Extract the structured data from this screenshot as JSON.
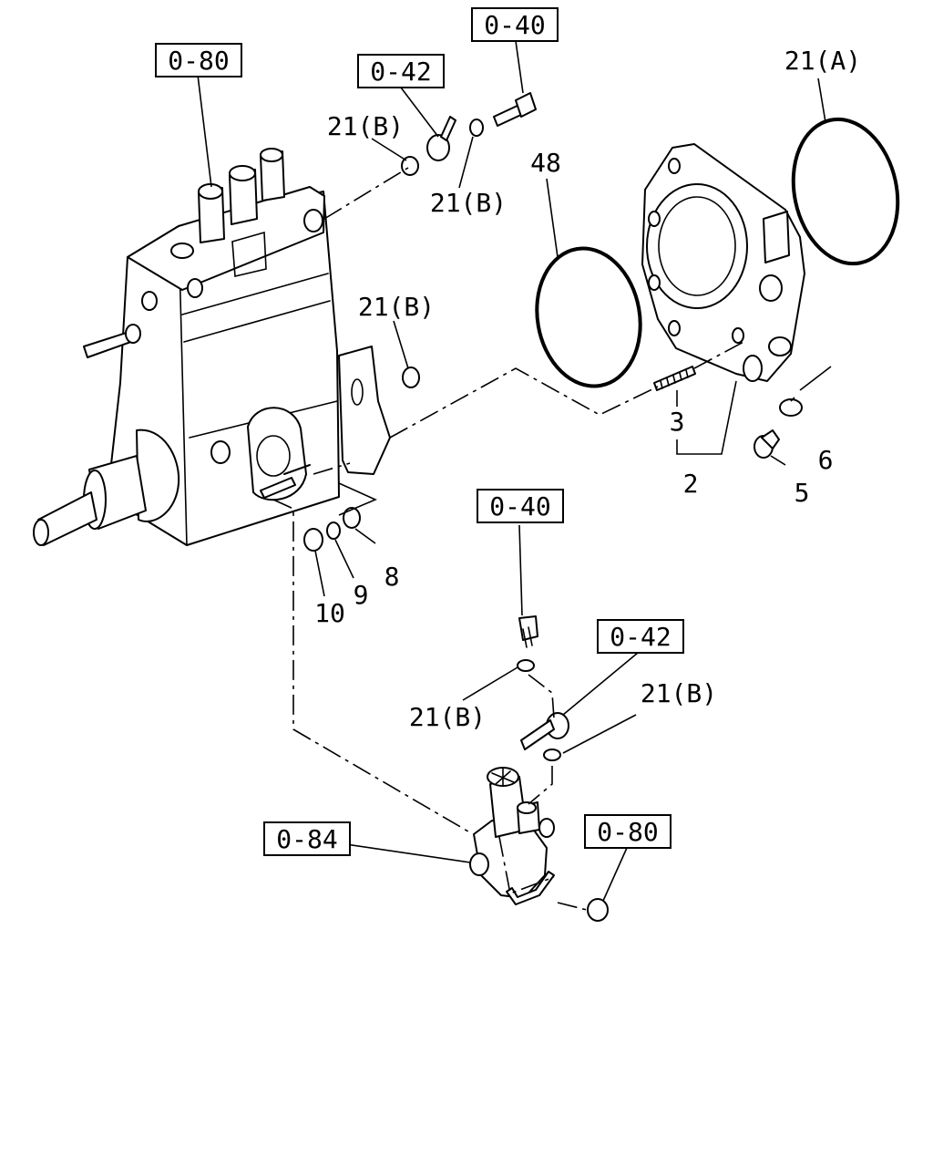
{
  "ref_boxes": [
    {
      "text": "0-80"
    },
    {
      "text": "0-42"
    },
    {
      "text": "0-40"
    },
    {
      "text": "0-40"
    },
    {
      "text": "0-42"
    },
    {
      "text": "0-84"
    },
    {
      "text": "0-80"
    }
  ],
  "callouts": [
    {
      "text": "21(A)"
    },
    {
      "text": "21(B)"
    },
    {
      "text": "21(B)"
    },
    {
      "text": "48"
    },
    {
      "text": "21(B)"
    },
    {
      "text": "3"
    },
    {
      "text": "2"
    },
    {
      "text": "6"
    },
    {
      "text": "5"
    },
    {
      "text": "8"
    },
    {
      "text": "9"
    },
    {
      "text": "10"
    },
    {
      "text": "21(B)"
    },
    {
      "text": "21(B)"
    }
  ]
}
